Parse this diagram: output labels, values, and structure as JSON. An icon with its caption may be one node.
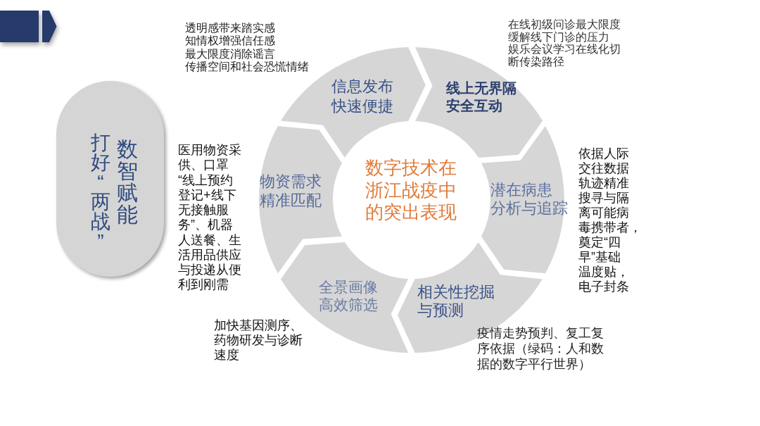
{
  "diagram": {
    "nodes": [
      {
        "text": [
          "打好“两战”",
          "数智赋能"
        ]
      },
      {
        "text": [
          "数字技术在浙江战疫中的突出表现"
        ]
      },
      {
        "text": [
          "信息发布快速便捷"
        ],
        "beside": [
          "透明感带来踏实感知情权增强信任感最大限度消除谣言传播空间和社会恐慌情绪"
        ]
      },
      {
        "text": [
          "线上无界隔安全互动"
        ],
        "beside": [
          "在线初级问诊最大限度缓解线下门诊的压力娱乐会议学习在线化切断传染路径"
        ]
      },
      {
        "text": [
          "潜在病患分析与追踪"
        ],
        "beside": [
          "依据人际交往数据轨迹精准搜寻与隔离可能病毒携带者，奠定“四早”基础温度贴，电子封条"
        ]
      },
      {
        "text": [
          "相关性挖掘与预测"
        ],
        "beside": [
          "疫情走势预判、复工复序依据（绿码：人和数据的数字平行世界）"
        ]
      },
      {
        "text": [
          "全景画像高效筛选"
        ],
        "beside": [
          "加快基因测序、药物研发与诊断速度"
        ]
      },
      {
        "text": [
          "物资需求精准匹配"
        ],
        "beside": [
          "医用物资采供、口罩“线上预约登记+线下无接触服务”、机器人送餐、生活用品供应与投递从便利到刚需"
        ]
      }
    ]
  }
}
